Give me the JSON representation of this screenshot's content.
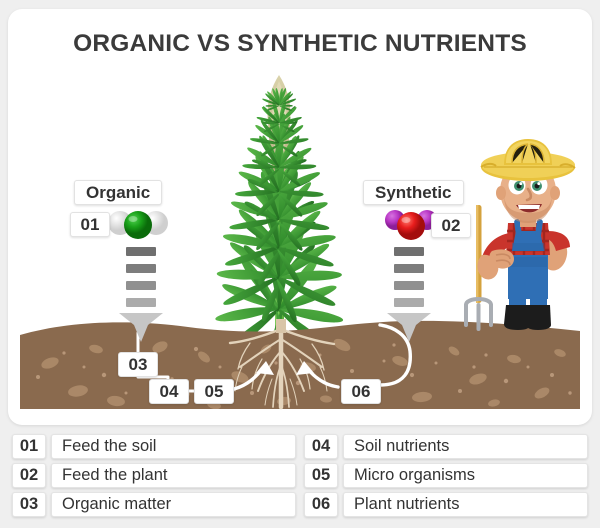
{
  "header": {
    "title": "ORGANIC VS SYNTHETIC NUTRIENTS"
  },
  "diagram": {
    "organic": {
      "label": "Organic",
      "number": "01",
      "molecule_icon": "organic-molecule-icon",
      "molecule_center_color": "#1b9c1b",
      "molecule_side_color": "#e3e3e3",
      "arrow_icon": "dashed-down-arrow-icon"
    },
    "synthetic": {
      "label": "Synthetic",
      "number": "02",
      "molecule_icon": "synthetic-molecule-icon",
      "molecule_center_color": "#e81d1d",
      "molecule_side_color": "#b938c6",
      "arrow_icon": "dashed-down-arrow-icon"
    },
    "soil": {
      "color": "#8a6a4e",
      "speckle_color": "#b08e6d",
      "markers": [
        {
          "number": "03",
          "name": "organic-matter-marker"
        },
        {
          "number": "04",
          "name": "soil-nutrients-marker"
        },
        {
          "number": "05",
          "name": "micro-organisms-marker"
        },
        {
          "number": "06",
          "name": "plant-nutrients-marker"
        }
      ]
    },
    "plant": {
      "icon": "cannabis-plant-icon",
      "leaf_color": "#3f9c35",
      "stem_color": "#5cb33c",
      "flower_color": "#cfc295",
      "root_color": "#e8d9c4"
    },
    "farmer": {
      "icon": "farmer-character-icon",
      "hat_color": "#e8c23d",
      "shirt_color": "#c9342c",
      "overalls_color": "#2f6fb5",
      "boot_color": "#1c1c1c",
      "tool_icon": "pitchfork-icon"
    }
  },
  "legend": {
    "left_column": [
      {
        "number": "01",
        "text": "Feed the soil"
      },
      {
        "number": "02",
        "text": "Feed the plant"
      },
      {
        "number": "03",
        "text": "Organic matter"
      }
    ],
    "right_column": [
      {
        "number": "04",
        "text": "Soil nutrients"
      },
      {
        "number": "05",
        "text": "Micro organisms"
      },
      {
        "number": "06",
        "text": "Plant nutrients"
      }
    ]
  }
}
